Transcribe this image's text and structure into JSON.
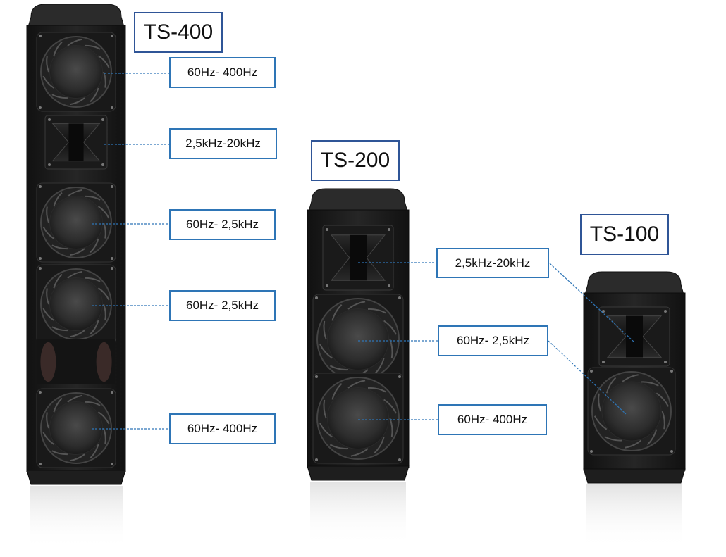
{
  "colors": {
    "label_border": "#2e75b6",
    "model_border": "#2f5597",
    "leader_line": "#2e75b6",
    "cabinet": "#1b1b1b",
    "grille": "#2a2a2a",
    "driver_cone": "#3a3a3a",
    "background": "#ffffff"
  },
  "speakers": [
    {
      "model": "TS-400",
      "drivers": [
        {
          "type": "woofer",
          "range": "60Hz- 400Hz"
        },
        {
          "type": "horn",
          "range": "2,5kHz-20kHz"
        },
        {
          "type": "woofer",
          "range": "60Hz- 2,5kHz"
        },
        {
          "type": "woofer",
          "range": "60Hz- 2,5kHz"
        },
        {
          "type": "port",
          "range": ""
        },
        {
          "type": "woofer",
          "range": "60Hz- 400Hz"
        }
      ]
    },
    {
      "model": "TS-200",
      "drivers": [
        {
          "type": "horn",
          "range": "2,5kHz-20kHz"
        },
        {
          "type": "woofer",
          "range": "60Hz- 2,5kHz"
        },
        {
          "type": "woofer",
          "range": "60Hz- 400Hz"
        }
      ]
    },
    {
      "model": "TS-100",
      "drivers": [
        {
          "type": "horn",
          "range": "2,5kHz-20kHz"
        },
        {
          "type": "woofer",
          "range": "60Hz- 2,5kHz"
        }
      ]
    }
  ]
}
